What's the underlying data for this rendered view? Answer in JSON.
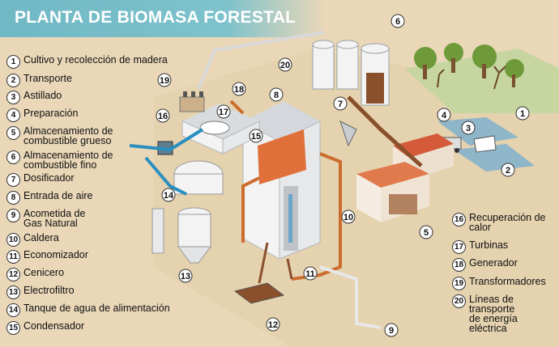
{
  "title": "PLANTA DE BIOMASA FORESTAL",
  "legend": [
    {
      "num": "1",
      "text": "Cultivo y recolección de madera"
    },
    {
      "num": "2",
      "text": "Transporte"
    },
    {
      "num": "3",
      "text": "Astillado"
    },
    {
      "num": "4",
      "text": "Preparación"
    },
    {
      "num": "5",
      "text": "Almacenamiento de\ncombustible grueso"
    },
    {
      "num": "6",
      "text": "Almacenamiento de\ncombustible fino"
    },
    {
      "num": "7",
      "text": "Dosificador"
    },
    {
      "num": "8",
      "text": "Entrada de aire"
    },
    {
      "num": "9",
      "text": "Acometida de\nGas Natural"
    },
    {
      "num": "10",
      "text": "Caldera"
    },
    {
      "num": "11",
      "text": "Economizador"
    },
    {
      "num": "12",
      "text": "Cenicero"
    },
    {
      "num": "13",
      "text": "Electrofiltro"
    },
    {
      "num": "14",
      "text": "Tanque de agua de alimentación"
    },
    {
      "num": "15",
      "text": "Condensador"
    },
    {
      "num": "16",
      "text": "Recuperación de\ncalor"
    },
    {
      "num": "17",
      "text": "Turbinas"
    },
    {
      "num": "18",
      "text": "Generador"
    },
    {
      "num": "19",
      "text": "Transformadores"
    },
    {
      "num": "20",
      "text": "Líneas de\ntransporte\nde energía\neléctrica"
    }
  ],
  "colors": {
    "ground": "#e9d7b8",
    "title_band": "#6fb8c4",
    "building_light": "#f3f3f3",
    "building_dark": "#c9ccd0",
    "boiler_orange": "#e0703a",
    "roof_red": "#d55a3a",
    "water_pipe": "#2a8fc0",
    "steam_pipe": "#cc6d2f",
    "fuel_brown": "#8a4f2b",
    "field_blue": "#8fb5c9",
    "tree_green": "#6e9a3a"
  }
}
